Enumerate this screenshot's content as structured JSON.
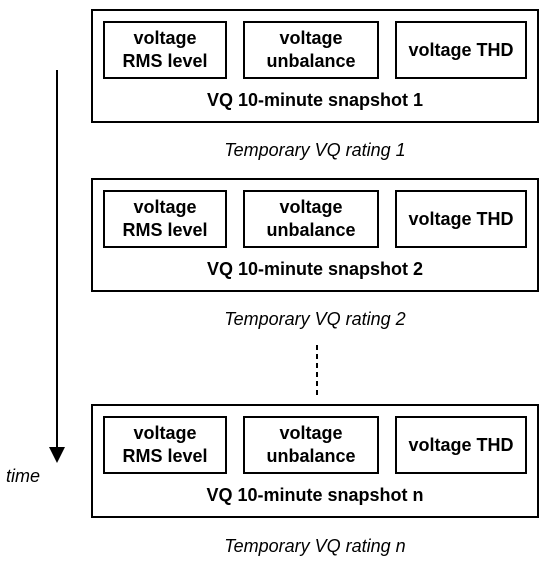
{
  "snapshots": [
    {
      "metrics": [
        "voltage\nRMS level",
        "voltage\nunbalance",
        "voltage THD"
      ],
      "title": "VQ 10-minute snapshot 1",
      "rating": "Temporary VQ rating 1"
    },
    {
      "metrics": [
        "voltage\nRMS level",
        "voltage\nunbalance",
        "voltage THD"
      ],
      "title": "VQ 10-minute snapshot 2",
      "rating": "Temporary VQ rating 2"
    },
    {
      "metrics": [
        "voltage\nRMS level",
        "voltage\nunbalance",
        "voltage THD"
      ],
      "title": "VQ 10-minute snapshot n",
      "rating": "Temporary VQ rating n"
    }
  ],
  "time_label": "time",
  "colors": {
    "stroke": "#000000",
    "background": "#ffffff"
  }
}
